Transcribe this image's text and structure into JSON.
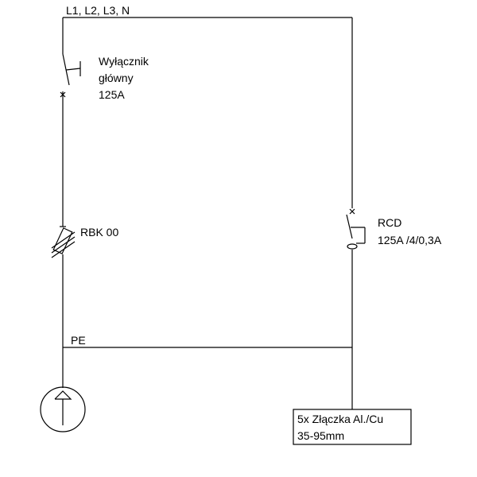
{
  "diagram": {
    "bus_label": "L1, L2, L3, N",
    "main_switch": {
      "name": "Wyłącznik",
      "line2": "główny",
      "rating": "125A"
    },
    "fuse": {
      "label": "RBK 00"
    },
    "rcd": {
      "name": "RCD",
      "rating": "125A /4/0,3A"
    },
    "pe_label": "PE",
    "terminal": {
      "line1": "5x Złączka Al./Cu",
      "line2": "35-95mm"
    }
  }
}
